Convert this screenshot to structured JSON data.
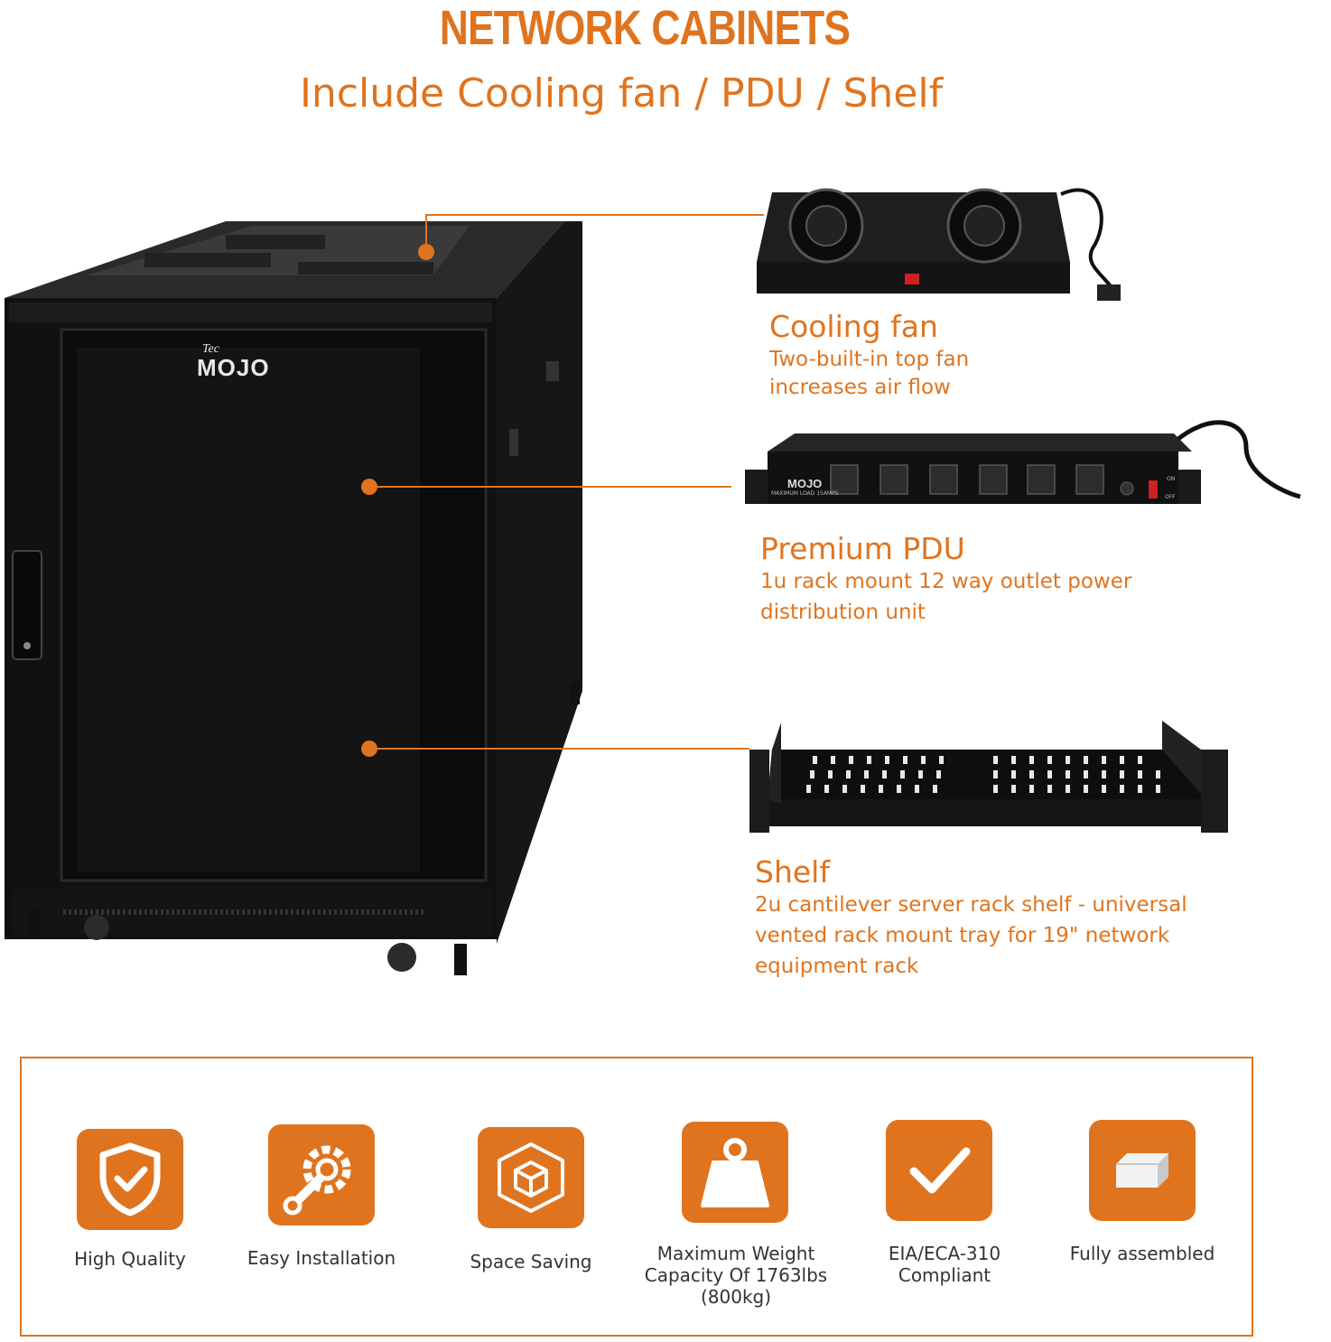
{
  "header": {
    "title": "NETWORK CABINETS",
    "subtitle": "Include Cooling fan / PDU / Shelf"
  },
  "cabinet": {
    "brand_small": "Tec",
    "brand_big": "MOJO"
  },
  "features": [
    {
      "title": "Cooling fan",
      "desc_lines": [
        "Two-built-in top fan",
        "increases air flow"
      ]
    },
    {
      "title": "Premium PDU",
      "desc_lines": [
        "1u rack mount 12 way outlet power",
        "distribution unit"
      ]
    },
    {
      "title": "Shelf",
      "desc_lines": [
        "2u cantilever server rack shelf - universal",
        "vented rack mount tray for 19\" network",
        "equipment rack"
      ]
    }
  ],
  "pdu": {
    "brand": "MOJO",
    "load": "MAXIMUM LOAD 15AMPS",
    "on": "ON",
    "off": "OFF"
  },
  "badges": [
    {
      "icon": "shield-check-icon",
      "lines": [
        "High Quality"
      ]
    },
    {
      "icon": "wrench-gear-icon",
      "lines": [
        "Easy Installation"
      ]
    },
    {
      "icon": "cube-icon",
      "lines": [
        "Space Saving"
      ]
    },
    {
      "icon": "weight-icon",
      "lines": [
        "Maximum Weight",
        "Capacity Of 1763lbs (800kg)"
      ]
    },
    {
      "icon": "checkmark-icon",
      "lines": [
        "EIA/ECA-310",
        "Compliant"
      ]
    },
    {
      "icon": "assembled-block-icon",
      "lines": [
        "Fully assembled"
      ]
    }
  ],
  "colors": {
    "accent": "#e0741e",
    "cabinet": "#1a1a1a",
    "label_text": "#333333"
  }
}
